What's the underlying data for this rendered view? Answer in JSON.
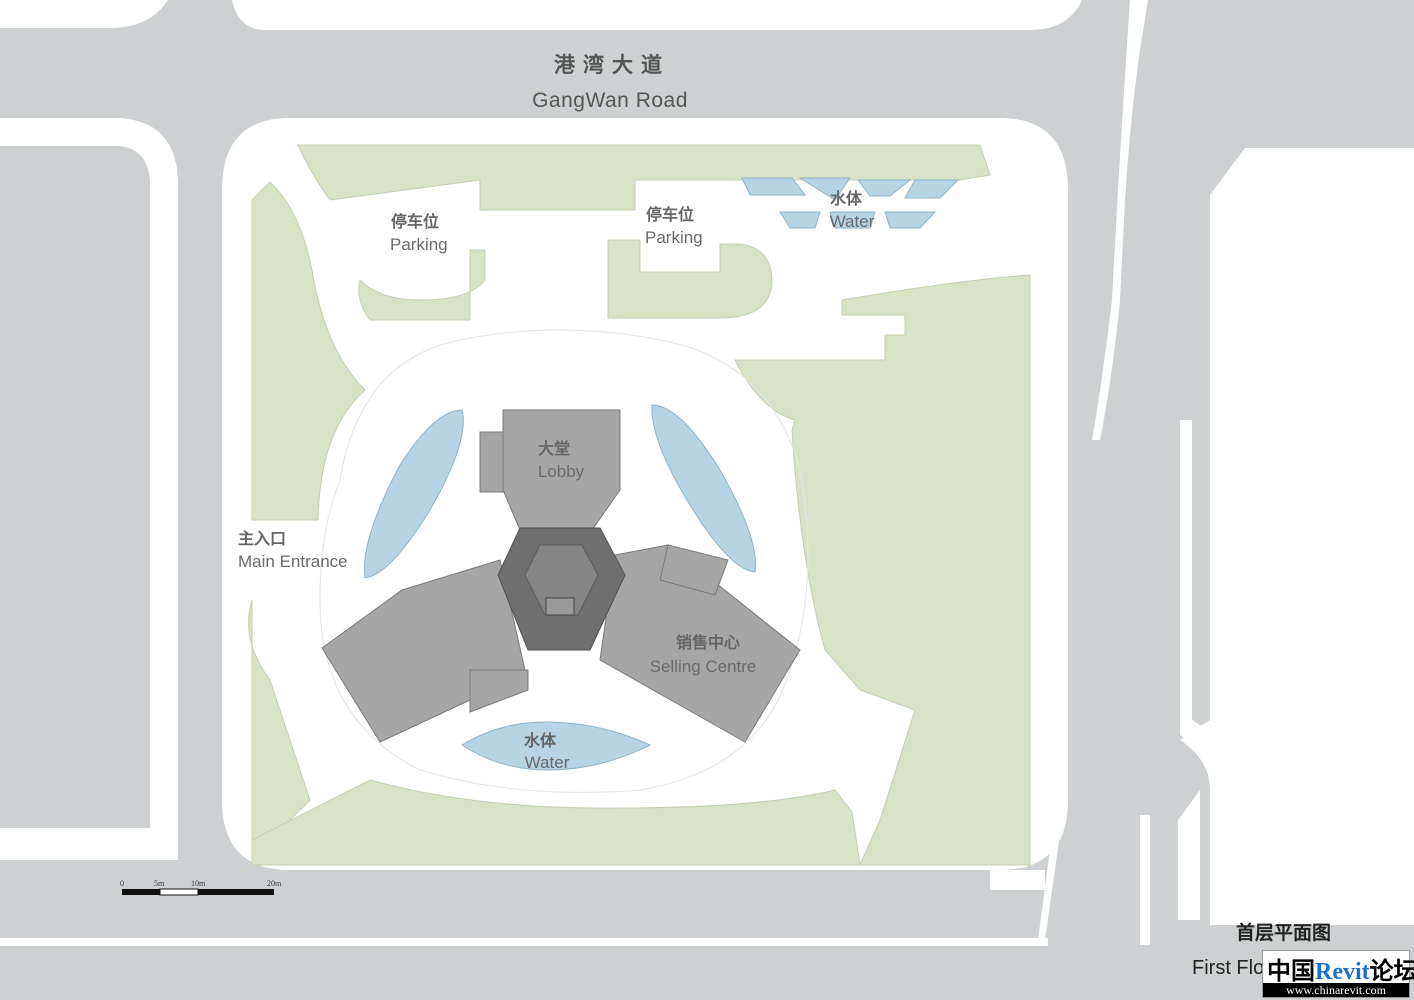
{
  "road": {
    "name_zh": "港湾大道",
    "name_en": "GangWan Road"
  },
  "labels": {
    "parking_left": {
      "zh": "停车位",
      "en": "Parking"
    },
    "parking_mid": {
      "zh": "停车位",
      "en": "Parking"
    },
    "water_top": {
      "zh": "水体",
      "en": "Water"
    },
    "lobby": {
      "zh": "大堂",
      "en": "Lobby"
    },
    "entrance": {
      "zh": "主入口",
      "en": "Main Entrance"
    },
    "selling": {
      "zh": "销售中心",
      "en": "Selling Centre"
    },
    "water_bottom": {
      "zh": "水体",
      "en": "Water"
    }
  },
  "scale_bar": {
    "ticks": [
      "0",
      "5m",
      "10m",
      "20m"
    ]
  },
  "title": {
    "zh": "首层平面图",
    "en": "First Flo"
  },
  "watermark": {
    "cn1": "中国",
    "brand": "Revit",
    "cn2": "论坛",
    "url": "www.chinarevit.com"
  },
  "colors": {
    "road": "#cdd1d2",
    "landscape": "#d7e2c6",
    "water": "#b6d4e3",
    "building": "#a6a6a6",
    "core": "#6f6f6f",
    "pavement": "#ffffff"
  }
}
